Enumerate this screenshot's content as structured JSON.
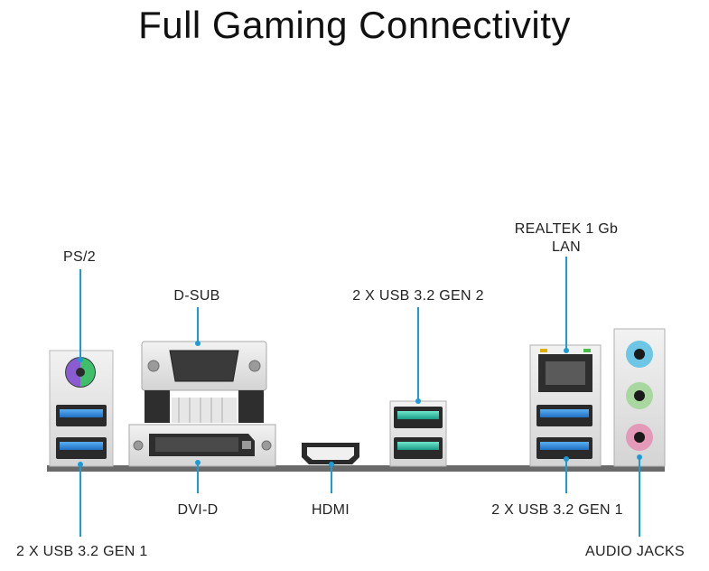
{
  "title": "Full Gaming Connectivity",
  "ports": {
    "ps2": "PS/2",
    "dsub": "D-SUB",
    "usb_gen2": "2 X USB 3.2 GEN 2",
    "lan_line1": "REALTEK 1 Gb",
    "lan_line2": "LAN",
    "usb_gen1_left": "2 X USB 3.2 GEN 1",
    "dvi": "DVI-D",
    "hdmi": "HDMI",
    "usb_gen1_right": "2 X USB 3.2 GEN 1",
    "audio": "AUDIO JACKS"
  },
  "colors": {
    "accent_line": "#1c9bd6",
    "usb3_blue": "#2f8fe0",
    "usb_gen2_teal": "#2bc9a8",
    "ps2_purple": "#8a5bd1",
    "ps2_green": "#3fbf6a",
    "audio_blue": "#6ec6e6",
    "audio_green": "#a8d8a0",
    "audio_pink": "#e39ab8"
  }
}
